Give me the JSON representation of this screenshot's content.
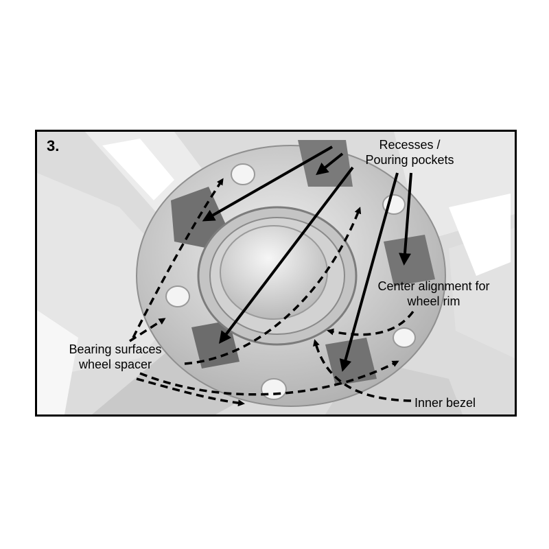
{
  "step_number": "3.",
  "labels": {
    "recesses_line1": "Recesses /",
    "recesses_line2": "Pouring pockets",
    "center_line1": "Center alignment for",
    "center_line2": "wheel rim",
    "bearing_line1": "Bearing surfaces",
    "bearing_line2": "wheel spacer",
    "inner_bezel": "Inner bezel"
  },
  "colors": {
    "frame": "#000000",
    "wheel_light": "#e4e4e4",
    "wheel_mid": "#bdbdbd",
    "wheel_dark": "#6e6e6e",
    "arrow": "#000000"
  }
}
